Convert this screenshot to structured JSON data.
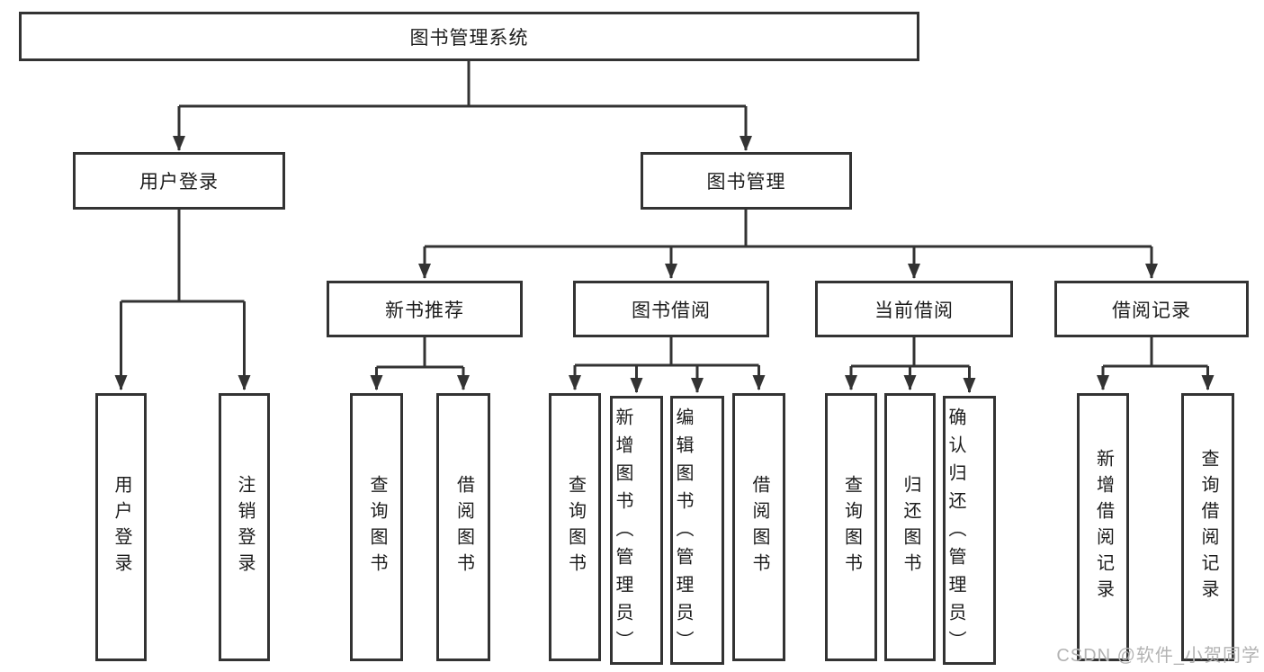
{
  "watermark": "CSDN @软件_小贺同学",
  "diagram": {
    "title": "图书管理系统",
    "branches": [
      {
        "label": "用户登录",
        "children": [
          {
            "label": "用户登录"
          },
          {
            "label": "注销登录"
          }
        ]
      },
      {
        "label": "图书管理",
        "children": [
          {
            "label": "新书推荐",
            "children": [
              {
                "label": "查询图书"
              },
              {
                "label": "借阅图书"
              }
            ]
          },
          {
            "label": "图书借阅",
            "children": [
              {
                "label": "查询图书"
              },
              {
                "label": "新增图书（管理员）"
              },
              {
                "label": "编辑图书（管理员）"
              },
              {
                "label": "借阅图书"
              }
            ]
          },
          {
            "label": "当前借阅",
            "children": [
              {
                "label": "查询图书"
              },
              {
                "label": "归还图书"
              },
              {
                "label": "确认归还（管理员）"
              }
            ]
          },
          {
            "label": "借阅记录",
            "children": [
              {
                "label": "新增借阅记录"
              },
              {
                "label": "查询借阅记录"
              }
            ]
          }
        ]
      }
    ]
  }
}
